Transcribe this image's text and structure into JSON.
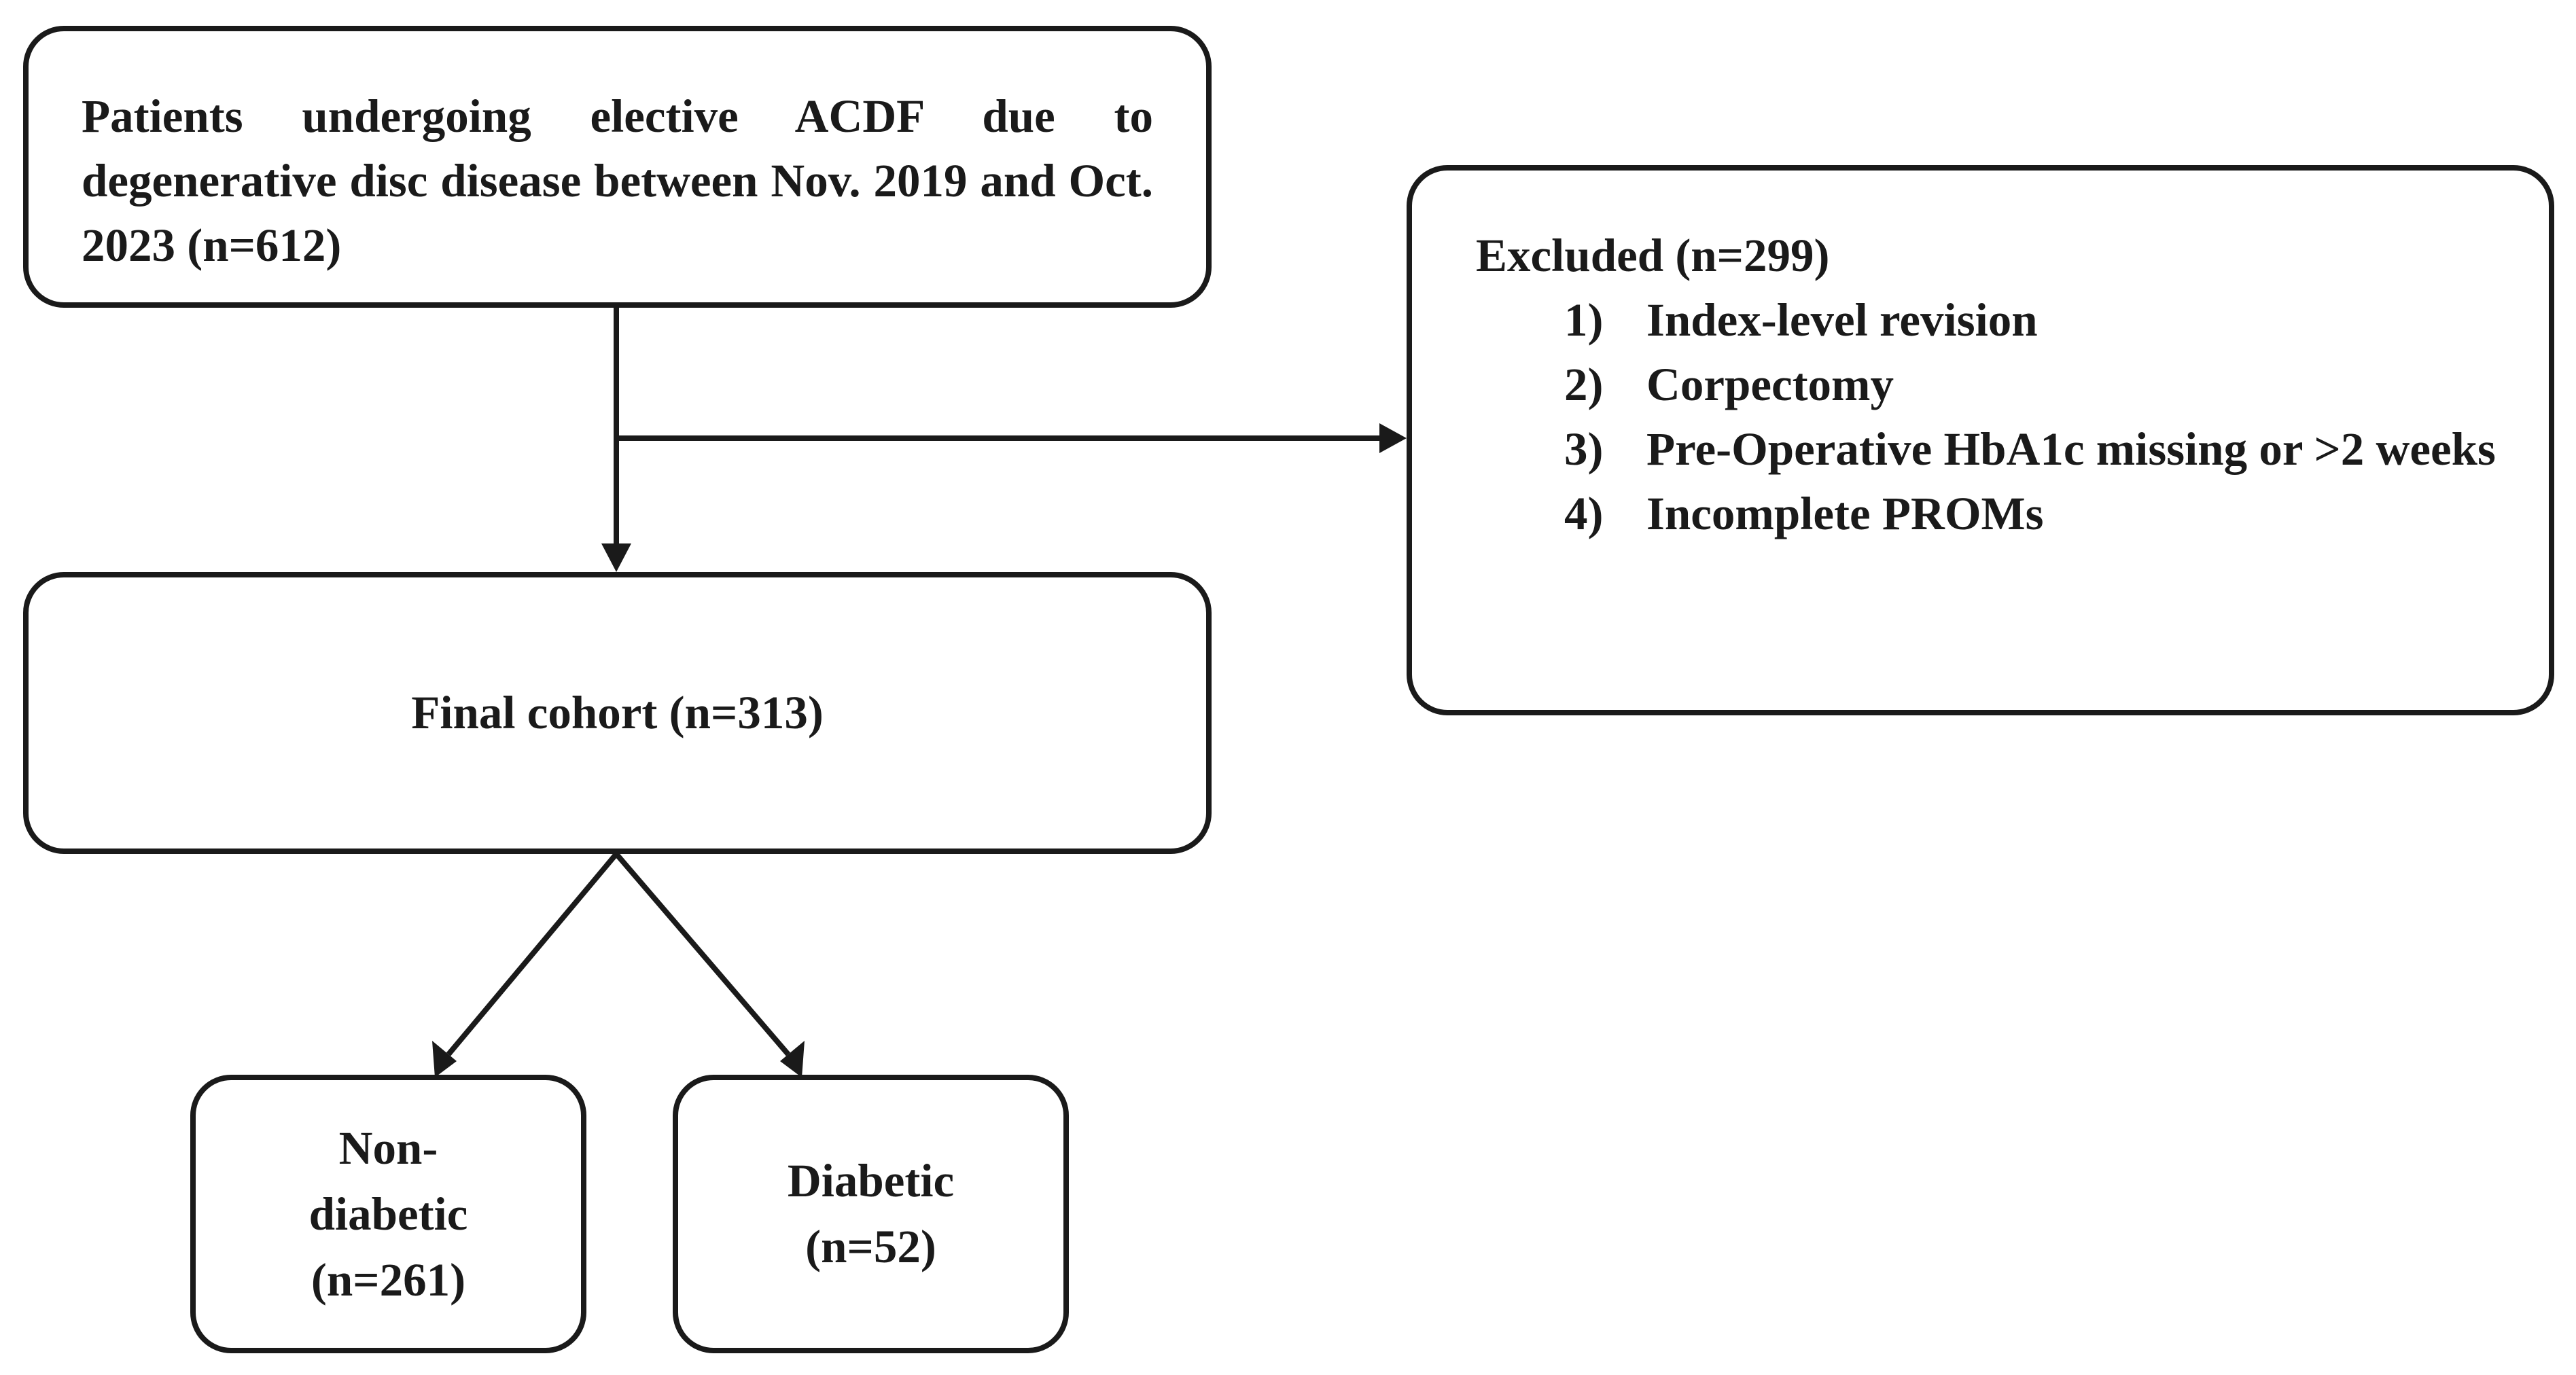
{
  "boxes": {
    "patients": "Patients undergoing elective ACDF due to degenerative disc disease between Nov. 2019 and Oct. 2023 (n=612)",
    "excluded": {
      "title": "Excluded (n=299)",
      "items": [
        {
          "num": "1)",
          "text": "Index-level revision"
        },
        {
          "num": "2)",
          "text": "Corpectomy"
        },
        {
          "num": "3)",
          "text": "Pre-Operative HbA1c missing or >2 weeks"
        },
        {
          "num": "4)",
          "text": "Incomplete PROMs"
        }
      ]
    },
    "final": "Final cohort (n=313)",
    "nondiabetic": {
      "label": "Non-diabetic",
      "count": "(n=261)"
    },
    "diabetic": {
      "label": "Diabetic",
      "count": "(n=52)"
    }
  },
  "colors": {
    "stroke": "#1a1a1a",
    "background": "#ffffff"
  }
}
